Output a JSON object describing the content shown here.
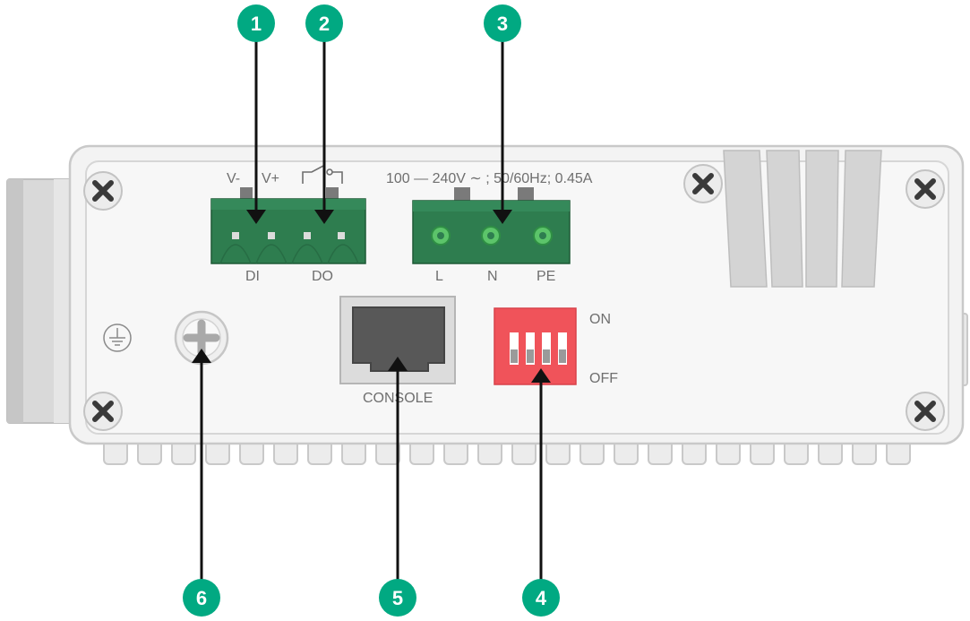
{
  "device": {
    "di_terminal": {
      "v_minus": "V-",
      "v_plus": "V+",
      "di": "DI",
      "do": "DO"
    },
    "power_rating": "100 — 240V ∼ ; 50/60Hz; 0.45A",
    "power_terminal": {
      "l": "L",
      "n": "N",
      "pe": "PE"
    },
    "console_label": "CONSOLE",
    "dip_switch": {
      "on_label": "ON",
      "off_label": "OFF",
      "count": 4,
      "positions": [
        "off",
        "off",
        "off",
        "off"
      ]
    }
  },
  "callouts": [
    {
      "number": "1",
      "target": "DI/DO terminal block V- / V+"
    },
    {
      "number": "2",
      "target": "DO relay contact"
    },
    {
      "number": "3",
      "target": "Power input terminal block"
    },
    {
      "number": "4",
      "target": "DIP switch"
    },
    {
      "number": "5",
      "target": "Console port"
    },
    {
      "number": "6",
      "target": "Grounding screw"
    }
  ],
  "colors": {
    "callout_fill": "#01a982",
    "terminal_green": "#2e7d4f",
    "dip_red": "#f0535a",
    "chassis": "#f2f2f2",
    "chassis_border": "#c9c9c9"
  }
}
